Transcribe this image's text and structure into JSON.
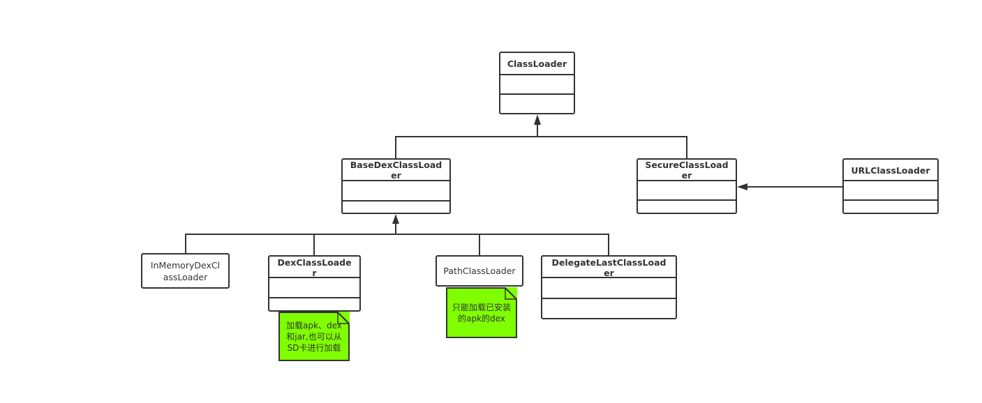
{
  "colors": {
    "stroke": "#333333",
    "note_fill": "#80ff00",
    "background": "#ffffff"
  },
  "classes": {
    "classloader": "ClassLoader",
    "base_dex_classloader": "BaseDexClassLoader",
    "secure_classloader": "SecureClassLoader",
    "url_classloader": "URLClassLoader",
    "inmemory_dex_classloader": "InMemoryDexClassLoader",
    "dex_classloader": "DexClassLoader",
    "path_classloader": "PathClassLoader",
    "delegate_last_classloader": "DelegateLastClassLoader"
  },
  "notes": {
    "dex_note": "加载apk、dex和jar,也可以从SD卡进行加载",
    "path_note": "只能加载已安装的apk的dex"
  }
}
